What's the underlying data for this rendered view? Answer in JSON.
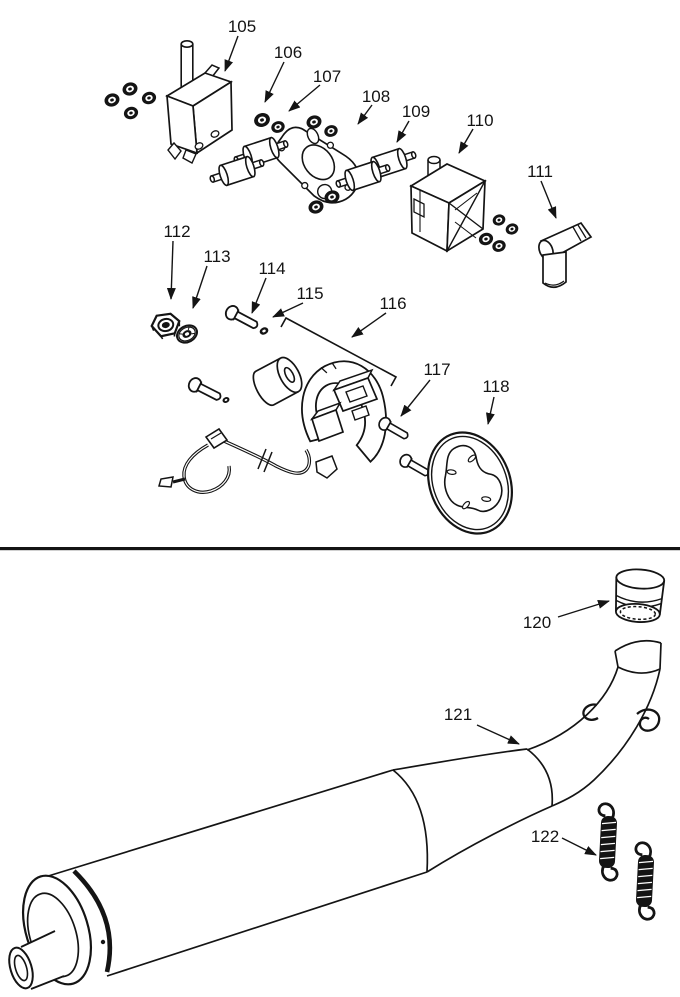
{
  "document": {
    "type": "exploded-parts-diagram",
    "background": "#ffffff",
    "ink": "#141414"
  },
  "sections": [
    {
      "name": "ignition-magneto-assembly",
      "labels": [
        {
          "text": "105",
          "part": "ignition-coil"
        },
        {
          "text": "106",
          "part": "nut"
        },
        {
          "text": "107",
          "part": "washer"
        },
        {
          "text": "108",
          "part": "gasket"
        },
        {
          "text": "109",
          "part": "rubber-mounts"
        },
        {
          "text": "110",
          "part": "cdi-unit"
        },
        {
          "text": "111",
          "part": "spark-plug-cap"
        },
        {
          "text": "112",
          "part": "hex-nut"
        },
        {
          "text": "113",
          "part": "lock-washer"
        },
        {
          "text": "114",
          "part": "bolt"
        },
        {
          "text": "115",
          "part": "small-washer"
        },
        {
          "text": "116",
          "part": "stator-assembly"
        },
        {
          "text": "117",
          "part": "bolts"
        },
        {
          "text": "118",
          "part": "flywheel"
        }
      ]
    },
    {
      "name": "exhaust-assembly",
      "labels": [
        {
          "text": "120",
          "part": "exhaust-sleeve"
        },
        {
          "text": "121",
          "part": "muffler-with-pipe"
        },
        {
          "text": "122",
          "part": "mounting-springs"
        }
      ]
    }
  ]
}
